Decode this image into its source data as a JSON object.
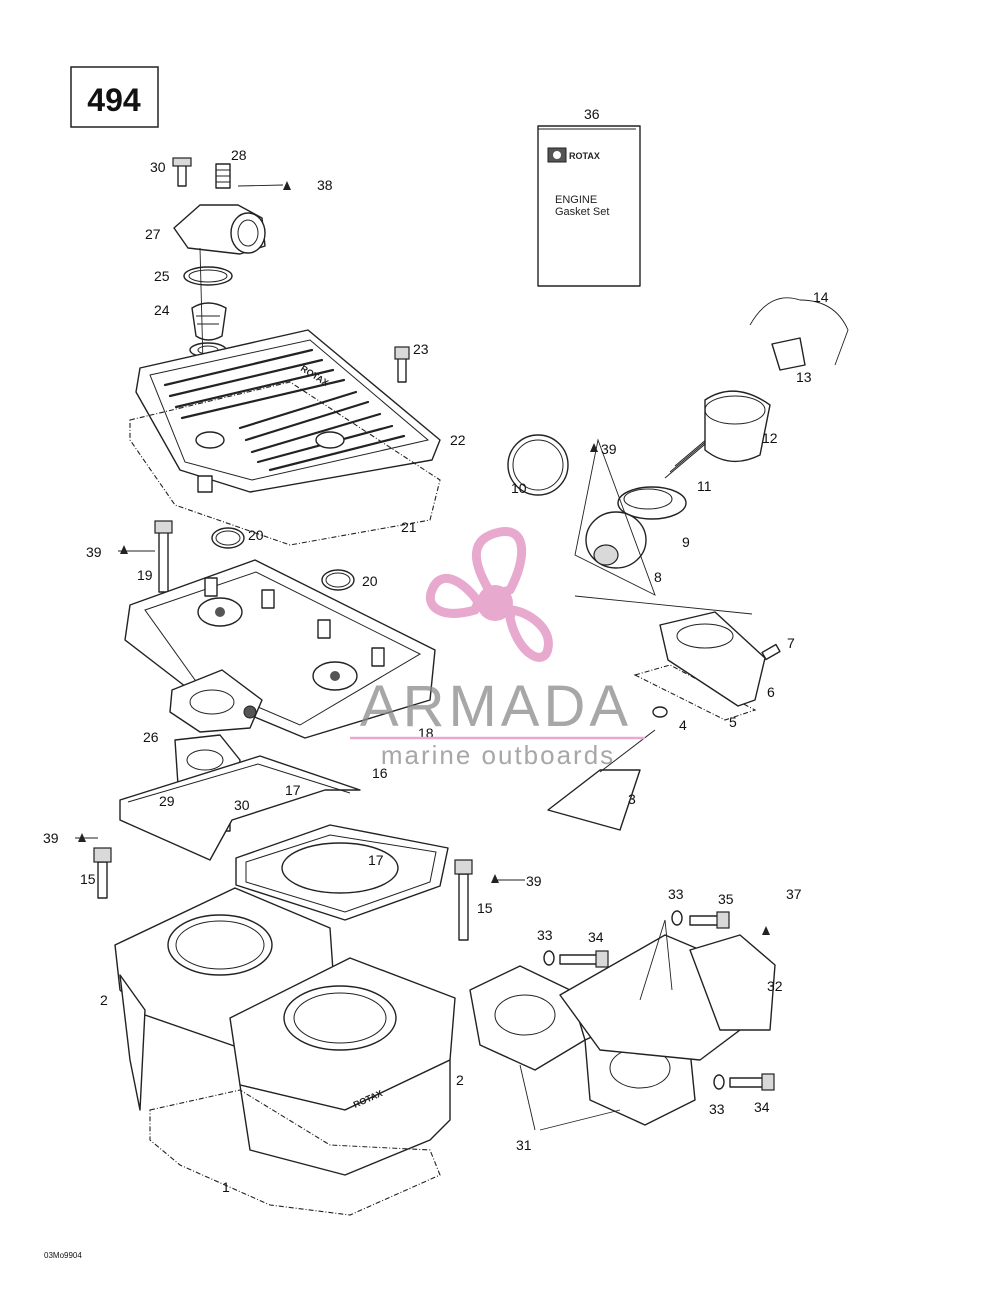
{
  "diagram_number": "494",
  "drawing_code": "03Mo9904",
  "gasket_set": {
    "brand": "ROTAX",
    "line1": "ENGINE",
    "line2": "Gasket Set"
  },
  "watermark": {
    "title": "ARMADA",
    "subtitle": "marine outboards",
    "color": "#e8a9cf"
  },
  "cover_brand": "ROTAX",
  "callouts": {
    "c1": "1",
    "c2a": "2",
    "c2b": "2",
    "c3": "3",
    "c4": "4",
    "c5": "5",
    "c6": "6",
    "c7": "7",
    "c8": "8",
    "c9": "9",
    "c10": "10",
    "c11": "11",
    "c12": "12",
    "c13": "13",
    "c14": "14",
    "c15a": "15",
    "c15b": "15",
    "c16": "16",
    "c17a": "17",
    "c17b": "17",
    "c18": "18",
    "c19": "19",
    "c20a": "20",
    "c20b": "20",
    "c21": "21",
    "c22": "22",
    "c23": "23",
    "c24": "24",
    "c25": "25",
    "c26": "26",
    "c27": "27",
    "c28": "28",
    "c29": "29",
    "c30a": "30",
    "c30b": "30",
    "c31": "31",
    "c32": "32",
    "c33a": "33",
    "c33b": "33",
    "c33c": "33",
    "c34a": "34",
    "c34b": "34",
    "c35": "35",
    "c36": "36",
    "c37": "37",
    "c38": "38",
    "c39a": "39",
    "c39b": "39",
    "c39c": "39",
    "c39d": "39"
  }
}
